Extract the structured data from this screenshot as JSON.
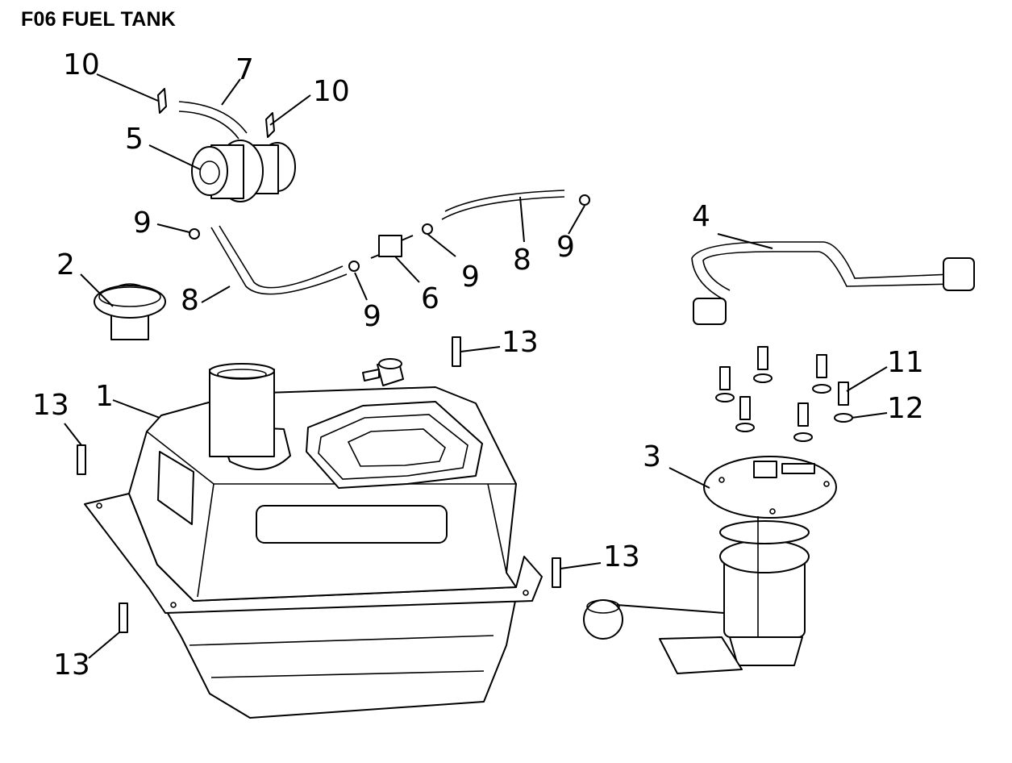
{
  "title": "F06 FUEL TANK",
  "colors": {
    "line": "#000000",
    "background": "#ffffff"
  },
  "callouts": [
    {
      "id": "c1",
      "label": "1"
    },
    {
      "id": "c2",
      "label": "2"
    },
    {
      "id": "c3",
      "label": "3"
    },
    {
      "id": "c4",
      "label": "4"
    },
    {
      "id": "c5",
      "label": "5"
    },
    {
      "id": "c6",
      "label": "6"
    },
    {
      "id": "c7",
      "label": "7"
    },
    {
      "id": "c8a",
      "label": "8"
    },
    {
      "id": "c8b",
      "label": "8"
    },
    {
      "id": "c9a",
      "label": "9"
    },
    {
      "id": "c9b",
      "label": "9"
    },
    {
      "id": "c9c",
      "label": "9"
    },
    {
      "id": "c9d",
      "label": "9"
    },
    {
      "id": "c10a",
      "label": "10"
    },
    {
      "id": "c10b",
      "label": "10"
    },
    {
      "id": "c11",
      "label": "11"
    },
    {
      "id": "c12",
      "label": "12"
    },
    {
      "id": "c13a",
      "label": "13"
    },
    {
      "id": "c13b",
      "label": "13"
    },
    {
      "id": "c13c",
      "label": "13"
    },
    {
      "id": "c13d",
      "label": "13"
    }
  ]
}
